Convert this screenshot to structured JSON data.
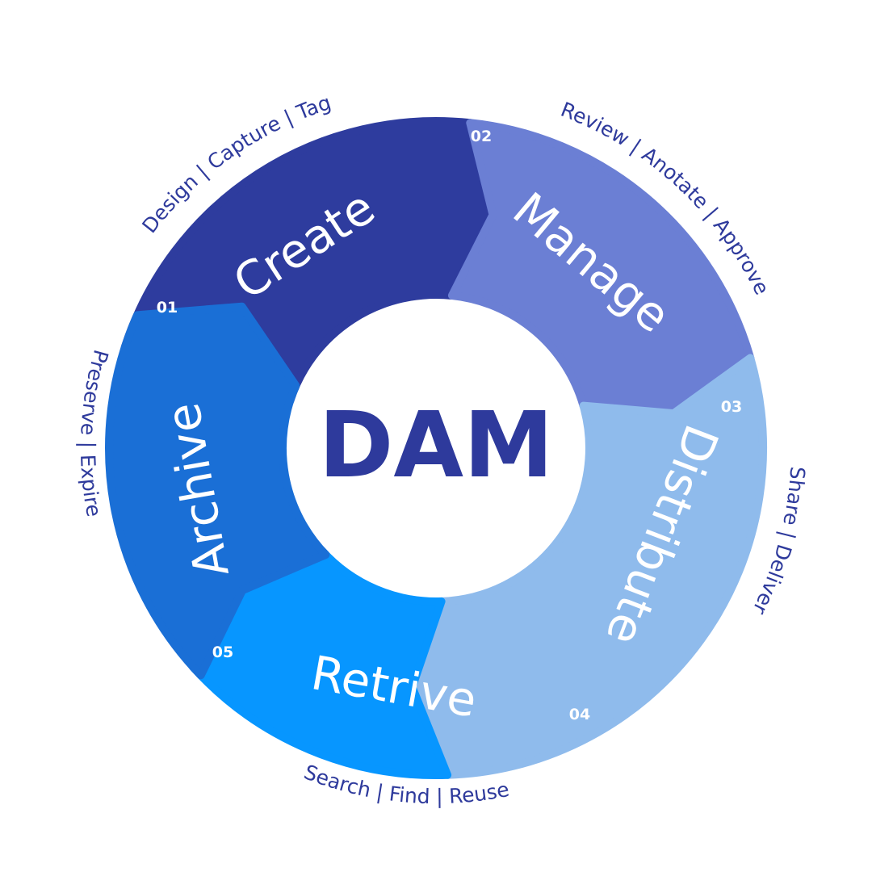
{
  "center": {
    "title": "DAM"
  },
  "segments": [
    {
      "id": "create",
      "number": "01",
      "label": "Create",
      "subtitle": "Design | Capture |  Tag",
      "color": "#2E3C9E"
    },
    {
      "id": "manage",
      "number": "02",
      "label": "Manage",
      "subtitle": "Review | Anotate |  Approve",
      "color": "#6B7FD4"
    },
    {
      "id": "distribute",
      "number": "03",
      "label": "Distribute",
      "subtitle": "Share | Deliver",
      "color": "#8FBBEC"
    },
    {
      "id": "retrive",
      "number": "04",
      "label": "Retrive",
      "subtitle": "Search | Find | Reuse",
      "color": "#0796FF"
    },
    {
      "id": "archive",
      "number": "05",
      "label": "Archive",
      "subtitle": "Preserve |  Expire",
      "color": "#1A6FD6"
    }
  ]
}
